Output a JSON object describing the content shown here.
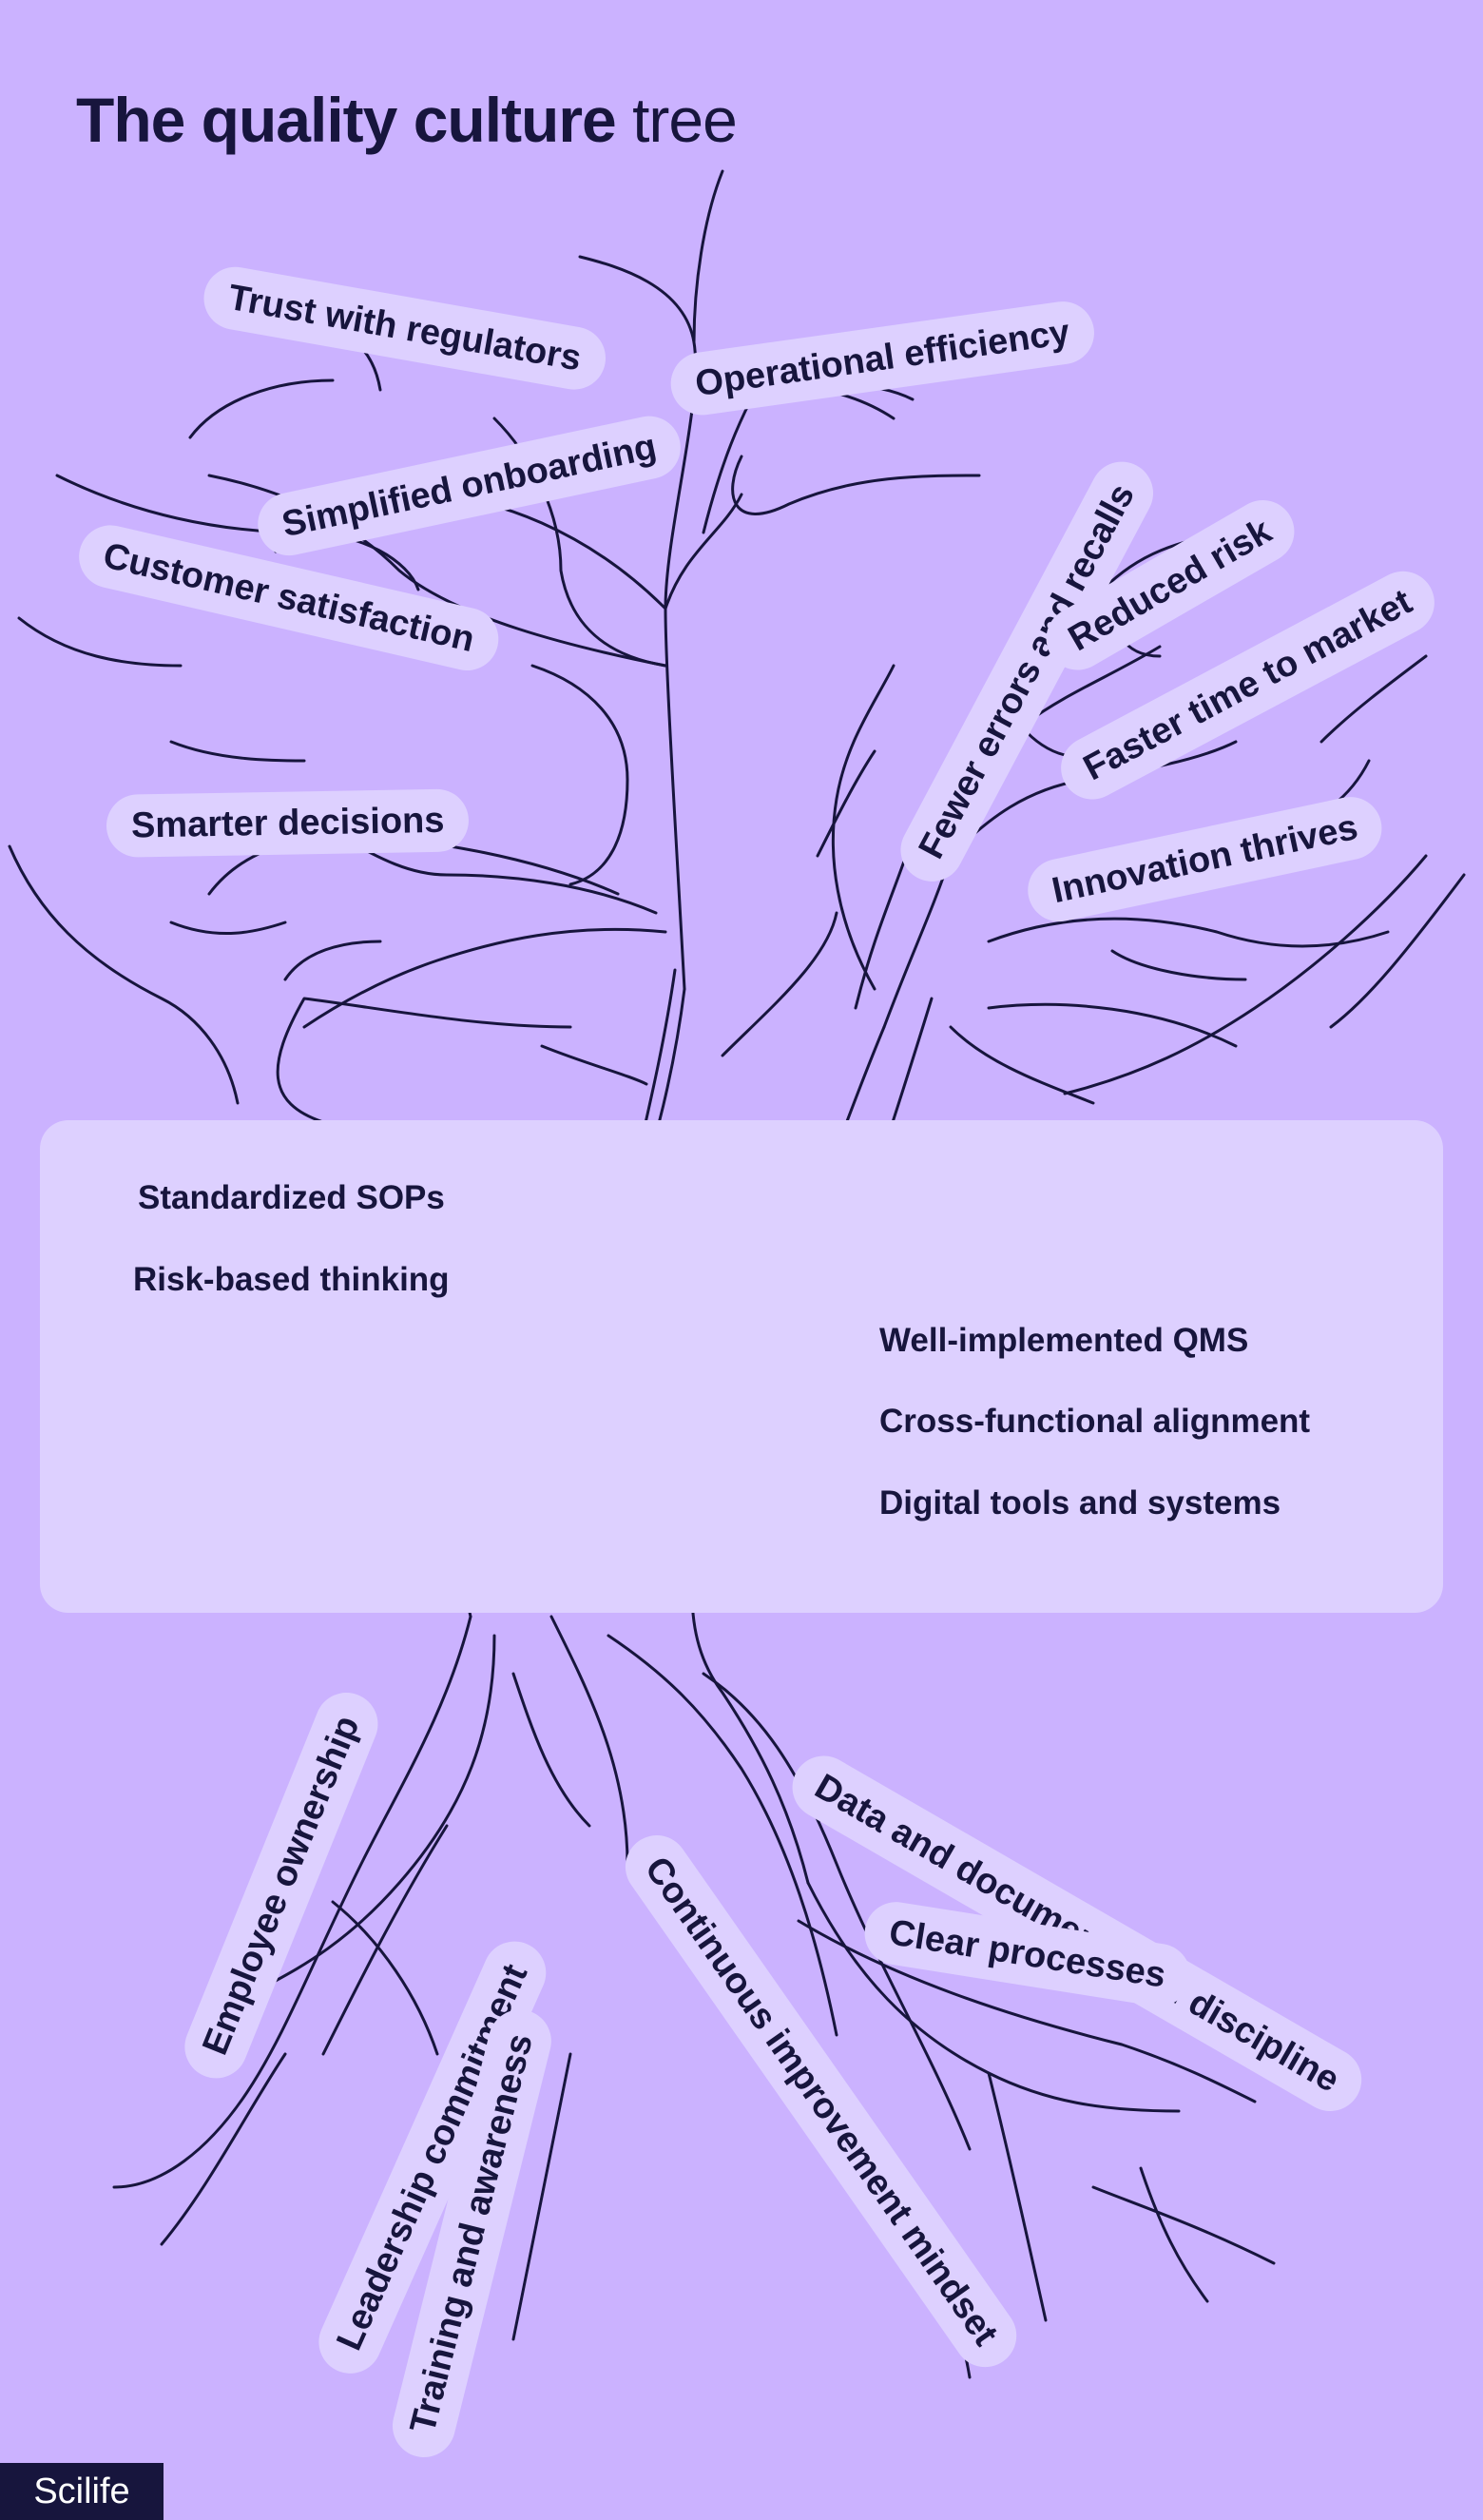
{
  "title": {
    "bold": "The quality culture",
    "light": "tree"
  },
  "branches": {
    "trust_with_regulators": "Trust with regulators",
    "operational_efficiency": "Operational efficiency",
    "simplified_onboarding": "Simplified onboarding",
    "customer_satisfaction": "Customer satisfaction",
    "fewer_errors_and_recalls": "Fewer errors and recalls",
    "reduced_risk": "Reduced risk",
    "faster_time_to_market": "Faster time to market",
    "smarter_decisions": "Smarter decisions",
    "innovation_thrives": "Innovation thrives"
  },
  "trunk": {
    "standardized_sops": "Standardized SOPs",
    "risk_based_thinking": "Risk-based thinking",
    "well_implemented_qms": "Well-implemented QMS",
    "cross_functional_alignment": "Cross-functional alignment",
    "digital_tools_and_systems": "Digital tools and systems"
  },
  "roots": {
    "employee_ownership": "Employee ownership",
    "leadership_commitment": "Leadership commitment",
    "training_and_awareness": "Training and awareness",
    "continuous_improvement_mindset": "Continuous improvement mindset",
    "data_and_documentation_discipline": "Data and documentation discipline",
    "clear_processes": "Clear processes"
  },
  "brand": {
    "logo": "Scilife"
  },
  "colors": {
    "background": "#cbb2ff",
    "label_background": "#ddd0ff",
    "ink": "#17153d"
  }
}
